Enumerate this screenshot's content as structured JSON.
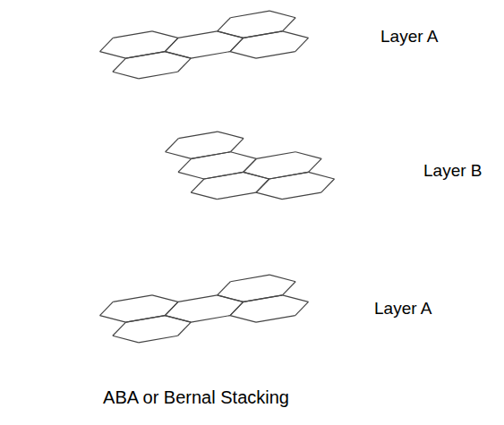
{
  "diagram": {
    "caption": "ABA or Bernal Stacking",
    "labels": [
      "Layer A",
      "Layer B",
      "Layer A"
    ]
  }
}
